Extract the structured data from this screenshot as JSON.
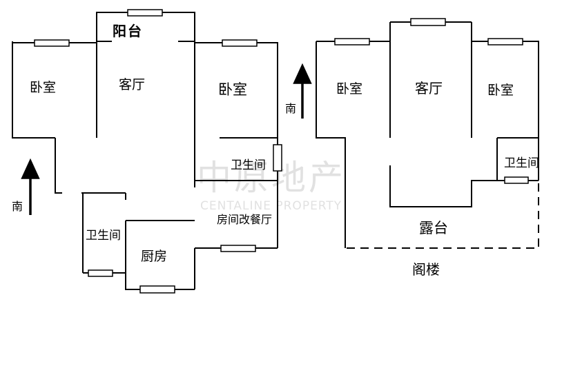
{
  "left_plan": {
    "balcony": "阳台",
    "bedroom_left": "卧室",
    "living_room": "客厅",
    "bedroom_right": "卧室",
    "bathroom_upper": "卫生间",
    "bathroom_lower": "卫生间",
    "kitchen": "厨房",
    "dining_converted": "房间改餐厅",
    "south": "南"
  },
  "right_plan": {
    "bedroom_left": "卧室",
    "living_room": "客厅",
    "bedroom_right": "卧室",
    "bathroom": "卫生间",
    "terrace": "露台",
    "south": "南",
    "caption": "阁楼"
  },
  "watermark": {
    "brand_cn": "中原地产",
    "brand_en": "CENTALINE PROPERTY"
  }
}
